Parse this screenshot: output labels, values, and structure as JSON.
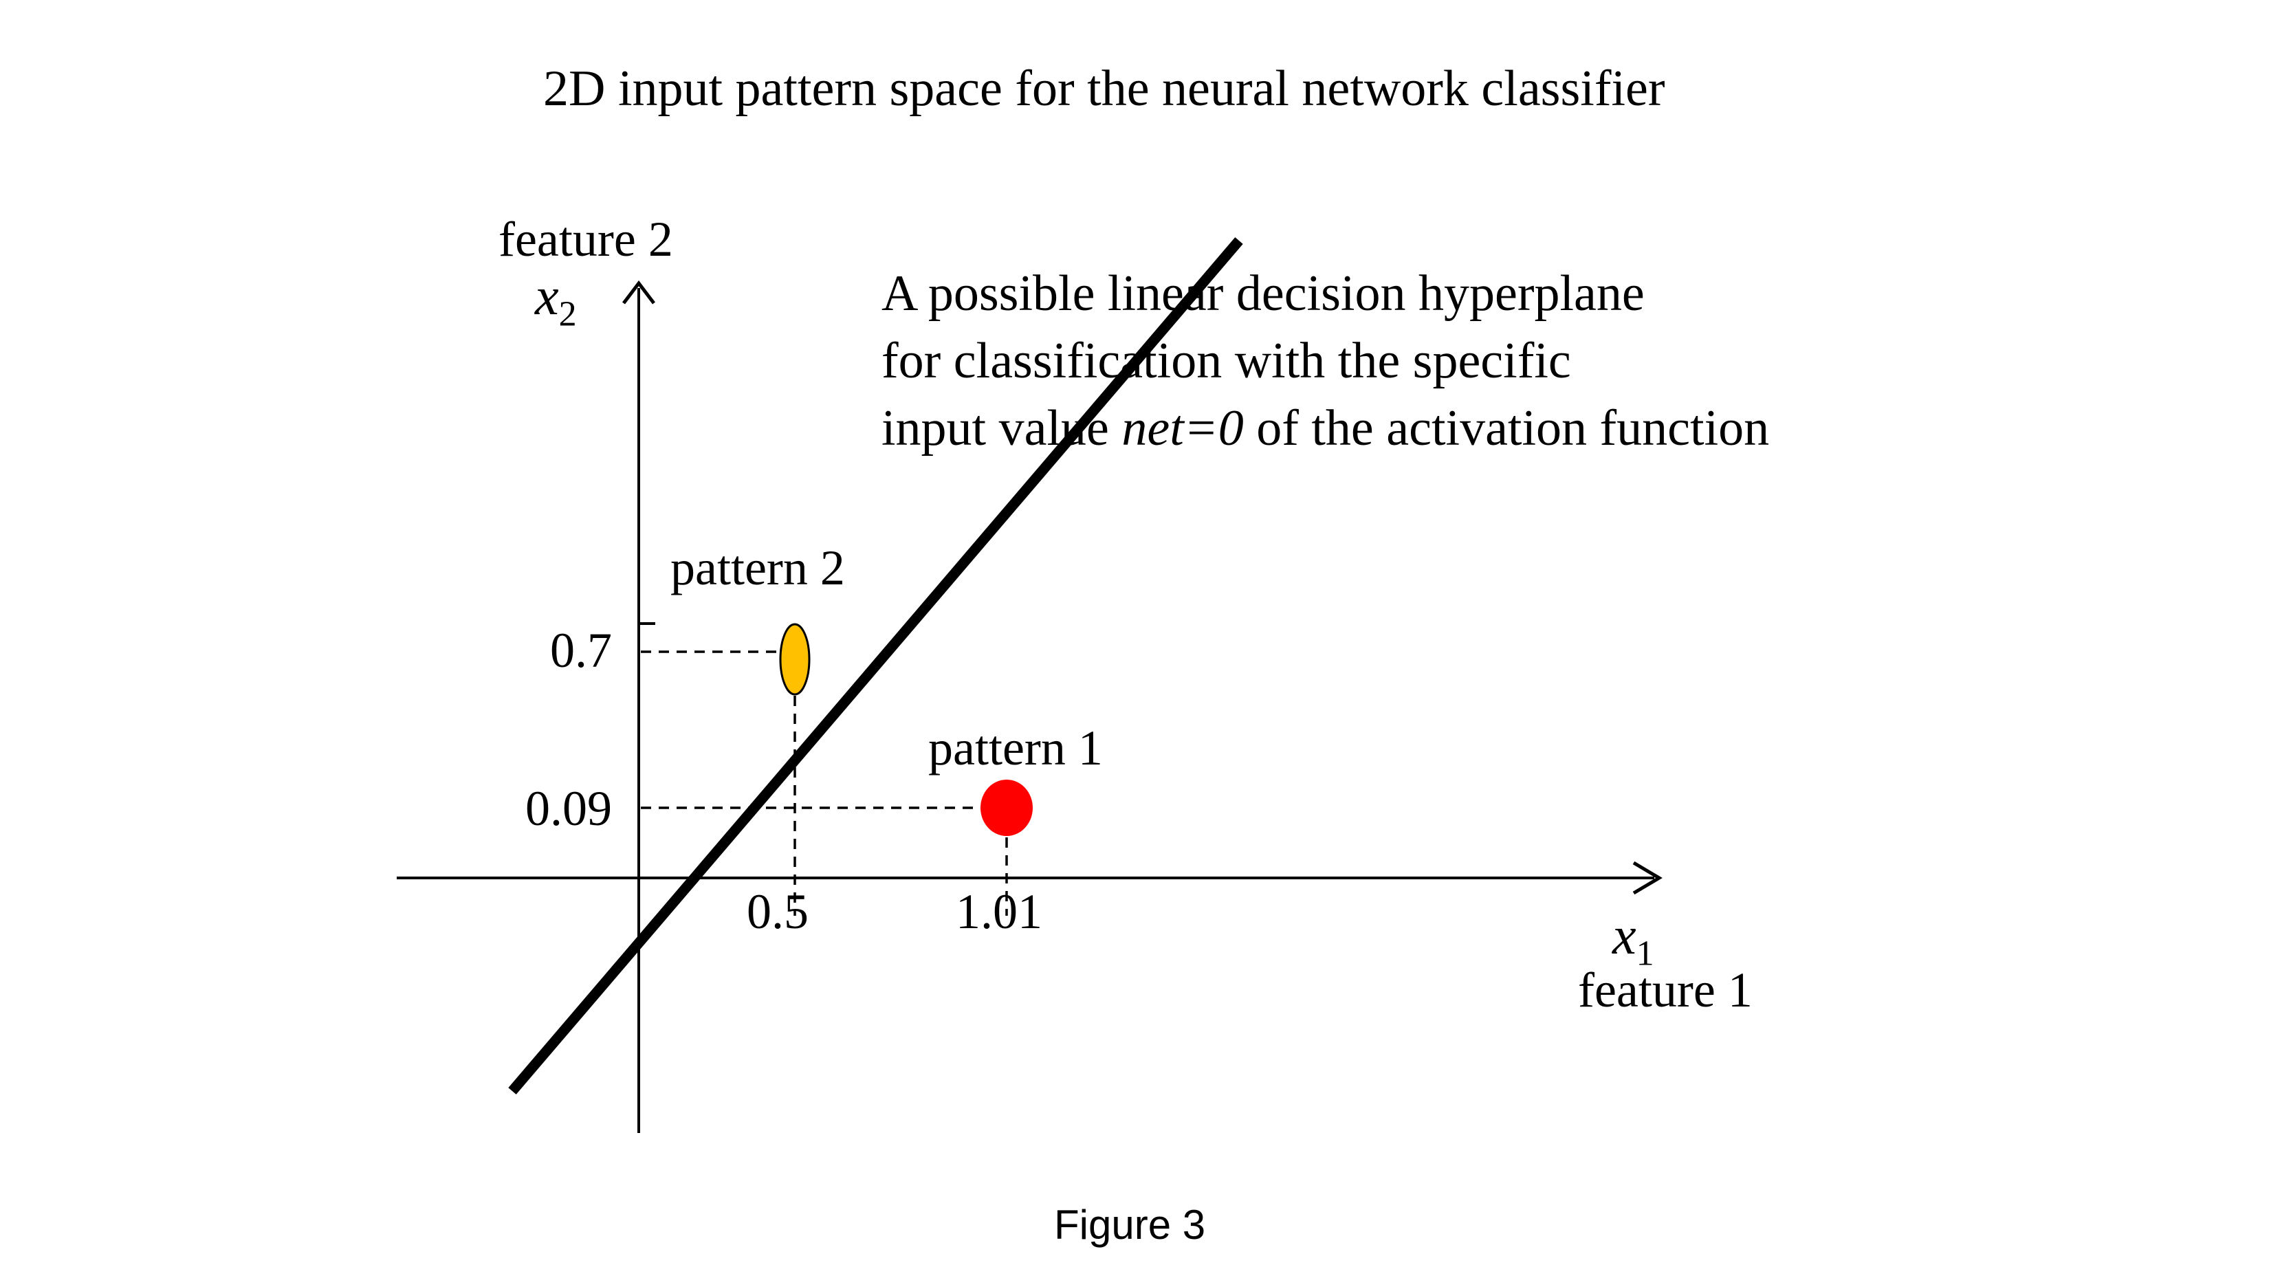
{
  "title": "2D input pattern space for the neural network classifier",
  "caption": "Figure 3",
  "axes": {
    "y_label": "feature 2",
    "y_var": "x",
    "y_var_sub": "2",
    "x_var": "x",
    "x_var_sub": "1",
    "x_label": "feature 1"
  },
  "annotation": {
    "line1": "A possible linear decision hyperplane",
    "line2": "for classification with the specific",
    "line3_pre": "input value ",
    "line3_em": "net=0",
    "line3_post": " of the activation function"
  },
  "points": [
    {
      "label": "pattern 2",
      "x": "0.5",
      "y": "0.7",
      "color": "#FFC000",
      "shape": "vertical-ellipse"
    },
    {
      "label": "pattern 1",
      "x": "1.01",
      "y": "0.09",
      "color": "#FF0000",
      "shape": "circle"
    }
  ],
  "ticks": {
    "x": [
      "0.5",
      "1.01"
    ],
    "y": [
      "0.7",
      "0.09"
    ]
  },
  "line_color": "#000000",
  "chart_data": {
    "type": "scatter",
    "title": "2D input pattern space for the neural network classifier",
    "xlabel": "x1 (feature 1)",
    "ylabel": "x2 (feature 2)",
    "points": [
      {
        "label": "pattern 2",
        "x": 0.5,
        "y": 0.7,
        "marker_color": "#FFC000",
        "marker_shape": "vertical-ellipse"
      },
      {
        "label": "pattern 1",
        "x": 1.01,
        "y": 0.09,
        "marker_color": "#FF0000",
        "marker_shape": "circle"
      }
    ],
    "x_ticks": [
      0.5,
      1.01
    ],
    "y_ticks": [
      0.09,
      0.7
    ],
    "grid": false,
    "decision_boundary": {
      "type": "line",
      "label": "net=0",
      "description": "A possible linear decision hyperplane for classification with the specific input value net=0 of the activation function",
      "style": "thick solid black, positive slope, passes between pattern 2 (above-left) and pattern 1 (below-right)"
    },
    "caption": "Figure 3"
  }
}
